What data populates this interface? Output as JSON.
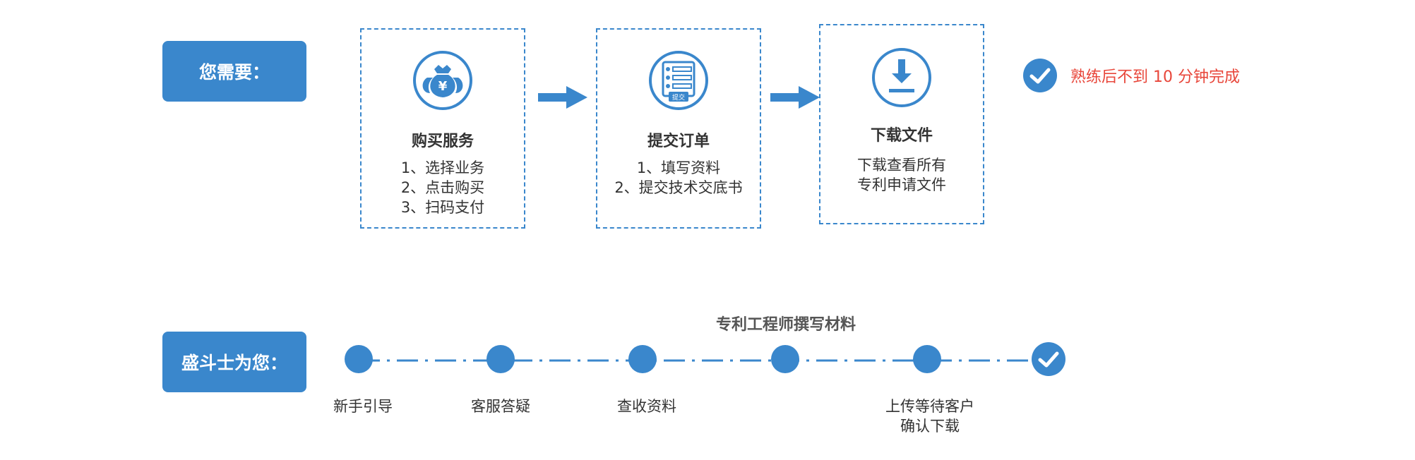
{
  "you_need": {
    "label": "您需要："
  },
  "steps": [
    {
      "title": "购买服务",
      "lines": [
        "1、选择业务",
        "2、点击购买",
        "3、扫码支付"
      ],
      "icon": "money-bag-icon"
    },
    {
      "title": "提交订单",
      "lines": [
        "1、填写资料",
        "2、提交技术交底书"
      ],
      "icon": "order-list-icon",
      "icon_caption": "提交"
    },
    {
      "title": "下载文件",
      "lines": [
        "下载查看所有",
        "专利申请文件"
      ],
      "icon": "download-icon"
    }
  ],
  "finish_note": "熟练后不到 10 分钟完成",
  "we_do": {
    "label": "盛斗士为您："
  },
  "timeline": {
    "engineer_note": "专利工程师撰写材料",
    "stages": [
      {
        "label": "新手引导"
      },
      {
        "label": "客服答疑"
      },
      {
        "label": "查收资料"
      },
      {
        "label": ""
      },
      {
        "label_line1": "上传等待客户",
        "label_line2": "确认下载"
      },
      {
        "label": ""
      }
    ]
  },
  "colors": {
    "accent": "#3a87cc",
    "highlight": "#e8463a",
    "text": "#333333"
  }
}
